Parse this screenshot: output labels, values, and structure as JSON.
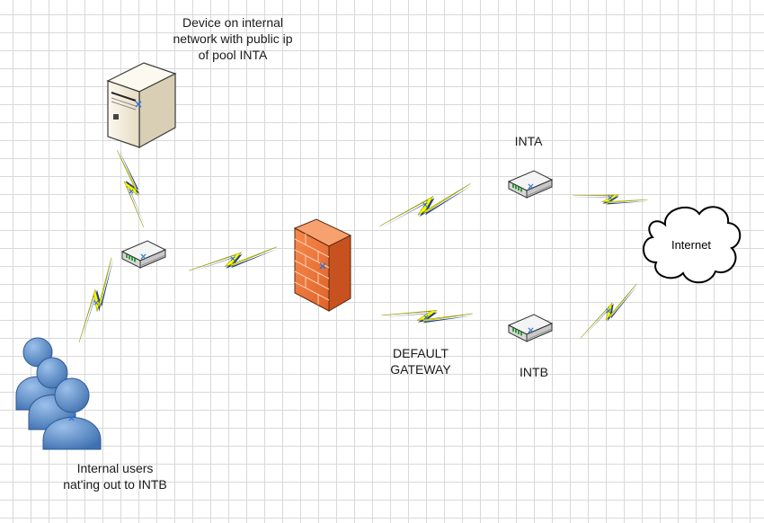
{
  "labels": {
    "server": [
      "Device on internal",
      "network with public ip",
      "of pool INTA"
    ],
    "inta": "INTA",
    "intb": "INTB",
    "gateway": [
      "DEFAULT",
      "GATEWAY"
    ],
    "users": [
      "Internal users",
      "nat'ing out to INTB"
    ],
    "internet": "Internet"
  },
  "colors": {
    "bolt_fill": "#ffff00",
    "bolt_shadow": "#1f3f8f",
    "firewall": "#f07a35",
    "users": "#5a8cc7",
    "router": "#e8e8e8",
    "server": "#f2ecd9",
    "grid": "#d9d9d9"
  },
  "icons": {
    "server": "server-icon",
    "router": "router-icon",
    "firewall": "firewall-icon",
    "cloud": "cloud-icon",
    "users": "users-icon",
    "link": "lightning-link-icon"
  }
}
